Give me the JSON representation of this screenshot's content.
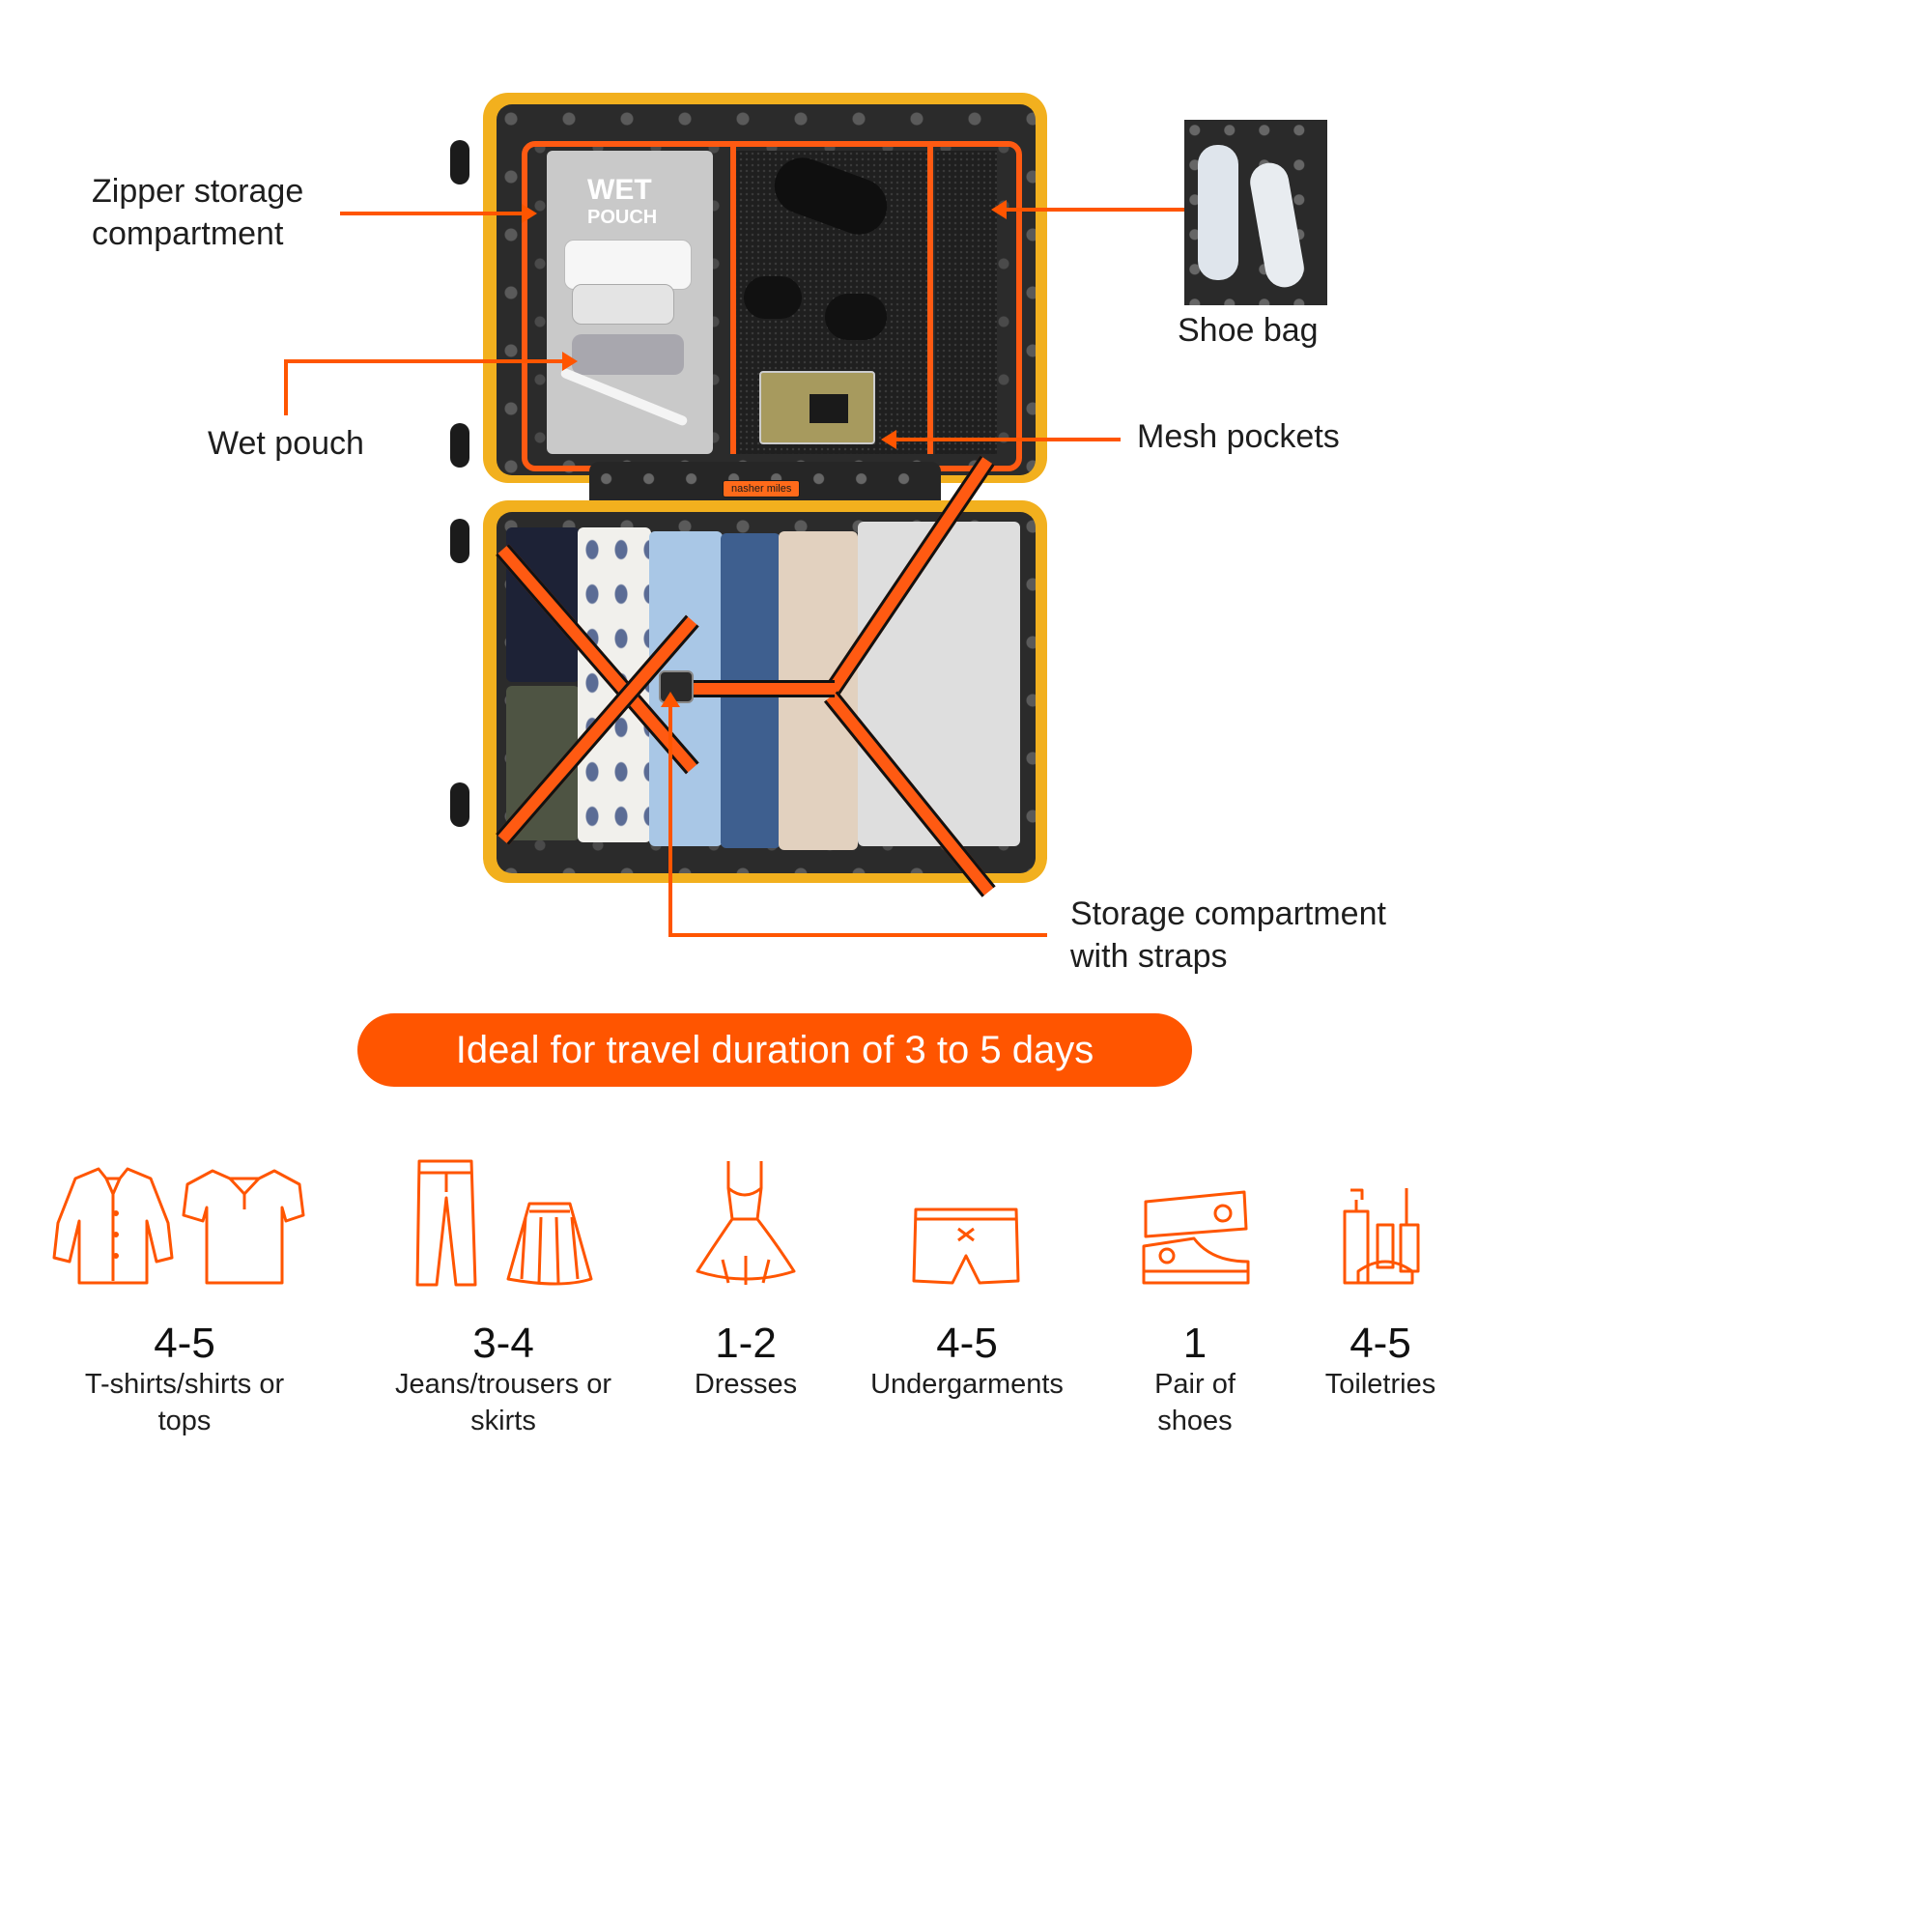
{
  "callouts": {
    "zipper": "Zipper storage compartment",
    "zipper_line1": "Zipper storage",
    "zipper_line2": "compartment",
    "wet_pouch": "Wet pouch",
    "shoe_bag": "Shoe bag",
    "mesh_pockets": "Mesh pockets",
    "straps_line1": "Storage compartment",
    "straps_line2": "with straps"
  },
  "product": {
    "wet_pouch_print_1": "WET",
    "wet_pouch_print_2": "POUCH",
    "brand_tag": "nasher miles"
  },
  "banner": "Ideal for travel duration of 3 to 5 days",
  "capacity": [
    {
      "count": "4-5",
      "label_1": "T-shirts/shirts or",
      "label_2": "tops",
      "icon": "shirt-tshirt-icon"
    },
    {
      "count": "3-4",
      "label_1": "Jeans/trousers or",
      "label_2": "skirts",
      "icon": "trousers-skirt-icon"
    },
    {
      "count": "1-2",
      "label_1": "Dresses",
      "label_2": "",
      "icon": "dress-icon"
    },
    {
      "count": "4-5",
      "label_1": "Undergarments",
      "label_2": "",
      "icon": "undergarment-icon"
    },
    {
      "count": "1",
      "label_1": "Pair of",
      "label_2": "shoes",
      "icon": "sneaker-icon"
    },
    {
      "count": "4-5",
      "label_1": "Toiletries",
      "label_2": "",
      "icon": "toiletries-icon"
    }
  ],
  "colors": {
    "accent": "#ff5500",
    "shell": "#f2b01e",
    "lining": "#2b2b2b"
  }
}
